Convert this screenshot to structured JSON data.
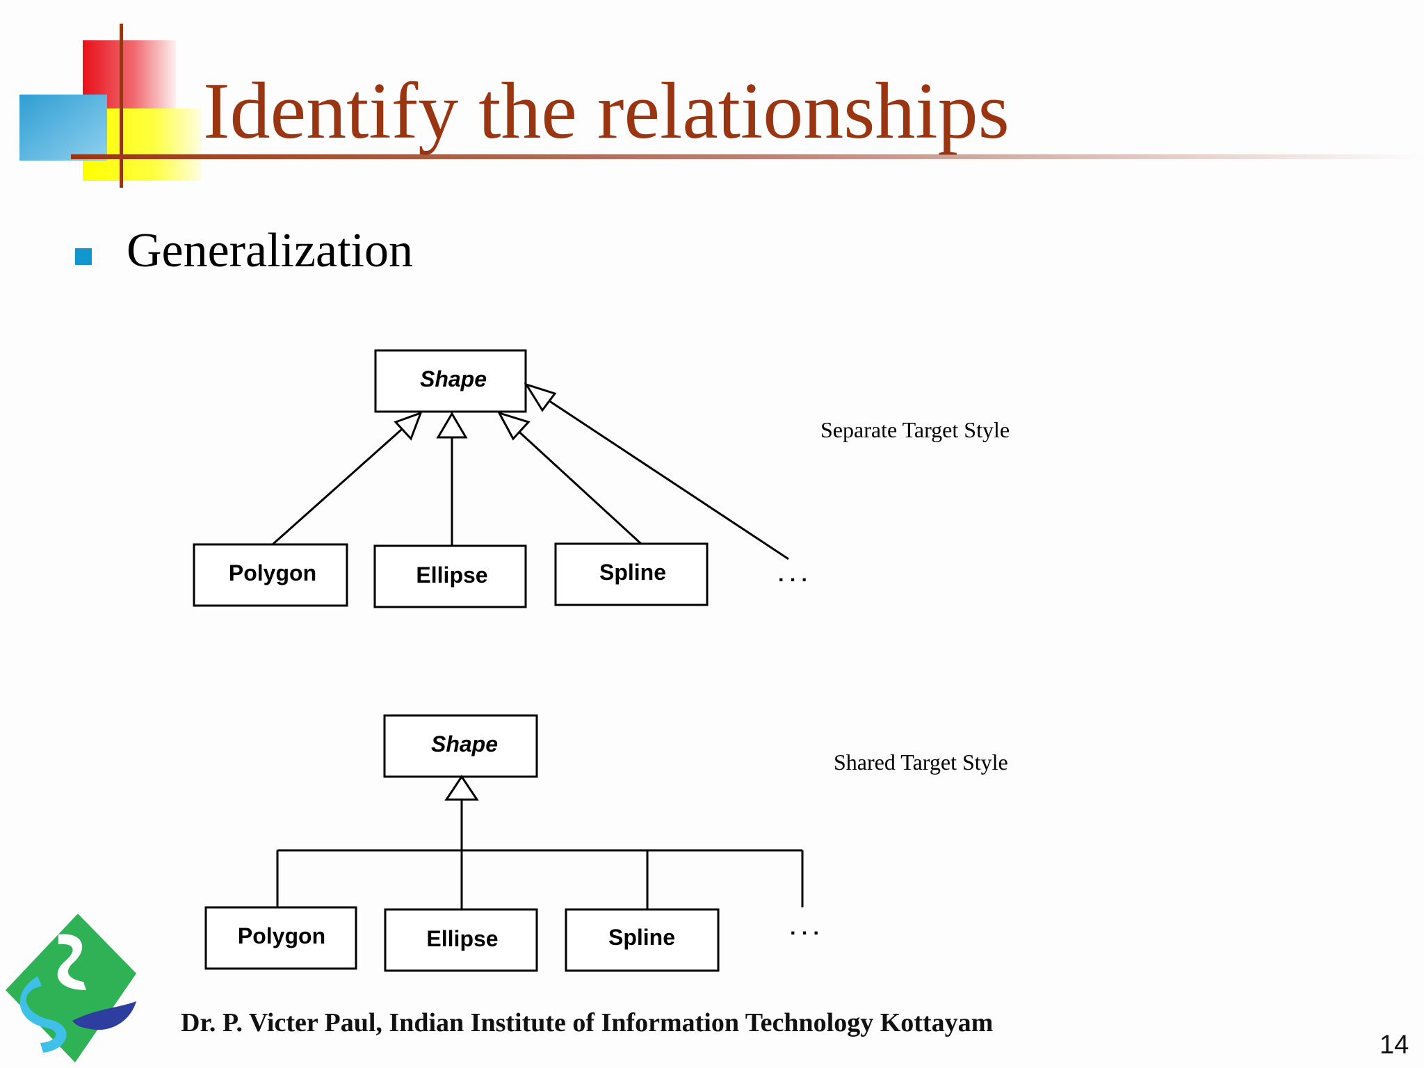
{
  "slide": {
    "title": "Identify the relationships",
    "bullet": "Generalization",
    "footer": "Dr. P. Victer Paul, Indian Institute of Information Technology Kottayam",
    "page_number": "14"
  },
  "diagram_separate": {
    "style_label": "Separate Target Style",
    "parent": "Shape",
    "children": [
      "Polygon",
      "Ellipse",
      "Spline"
    ],
    "more": ". . ."
  },
  "diagram_shared": {
    "style_label": "Shared Target Style",
    "parent": "Shape",
    "children": [
      "Polygon",
      "Ellipse",
      "Spline"
    ],
    "more": ". . ."
  },
  "colors": {
    "title": "#9a3512",
    "bullet": "#1296cf",
    "deco_red": "#e8101a",
    "deco_yellow": "#ffff00",
    "deco_blue": "#39a9d8",
    "logo_green": "#2fb155",
    "logo_blue": "#2e3e9e",
    "logo_cyan": "#3fc0e8"
  },
  "icons": {
    "decoration": "corner-squares-decoration",
    "logo": "institute-logo-icon",
    "bullet": "square-bullet-icon"
  }
}
